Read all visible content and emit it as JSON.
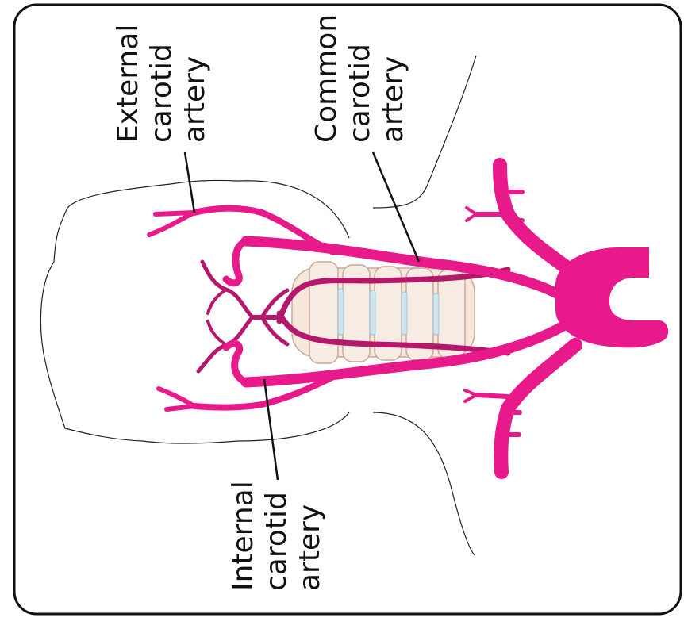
{
  "labels": {
    "external": {
      "line1": "External",
      "line2": "carotid",
      "line3": "artery"
    },
    "common": {
      "line1": "Common",
      "line2": "carotid",
      "line3": "artery"
    },
    "internal": {
      "line1": "Internal",
      "line2": "carotid",
      "line3": "artery"
    }
  },
  "colors": {
    "artery": "#e8198b",
    "artery_dark": "#b5176b",
    "outline": "#111111",
    "vertebra": "#f8e8dc",
    "disc": "#cfe7f0",
    "background": "#ffffff"
  }
}
